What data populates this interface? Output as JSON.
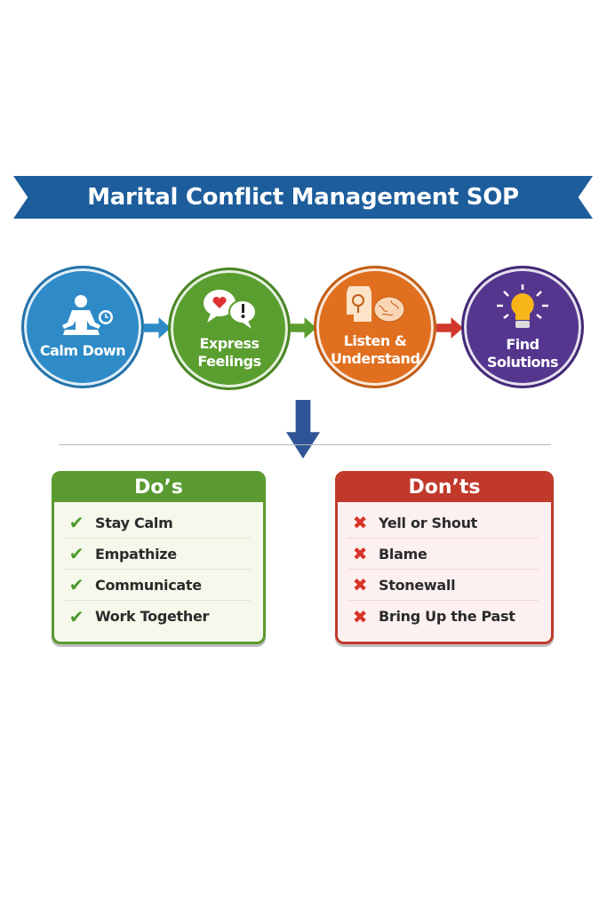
{
  "title": "Marital Conflict Management SOP",
  "steps": [
    {
      "label": "Calm Down",
      "icon": "meditation-timer-icon",
      "color": "#2e8bc8"
    },
    {
      "label": "Express Feelings",
      "icon": "speech-bubbles-icon",
      "color": "#5a9e2f"
    },
    {
      "label": "Listen & Understand",
      "icon": "head-brain-icon",
      "color": "#e07020"
    },
    {
      "label": "Find Solutions",
      "icon": "lightbulb-icon",
      "color": "#55368f"
    }
  ],
  "dos": {
    "title": "Do’s",
    "color": "#5a9a30",
    "items": [
      "Stay Calm",
      "Empathize",
      "Communicate",
      "Work Together"
    ]
  },
  "donts": {
    "title": "Don’ts",
    "color": "#c0392b",
    "items": [
      "Yell or Shout",
      "Blame",
      "Stonewall",
      "Bring Up the Past"
    ]
  }
}
